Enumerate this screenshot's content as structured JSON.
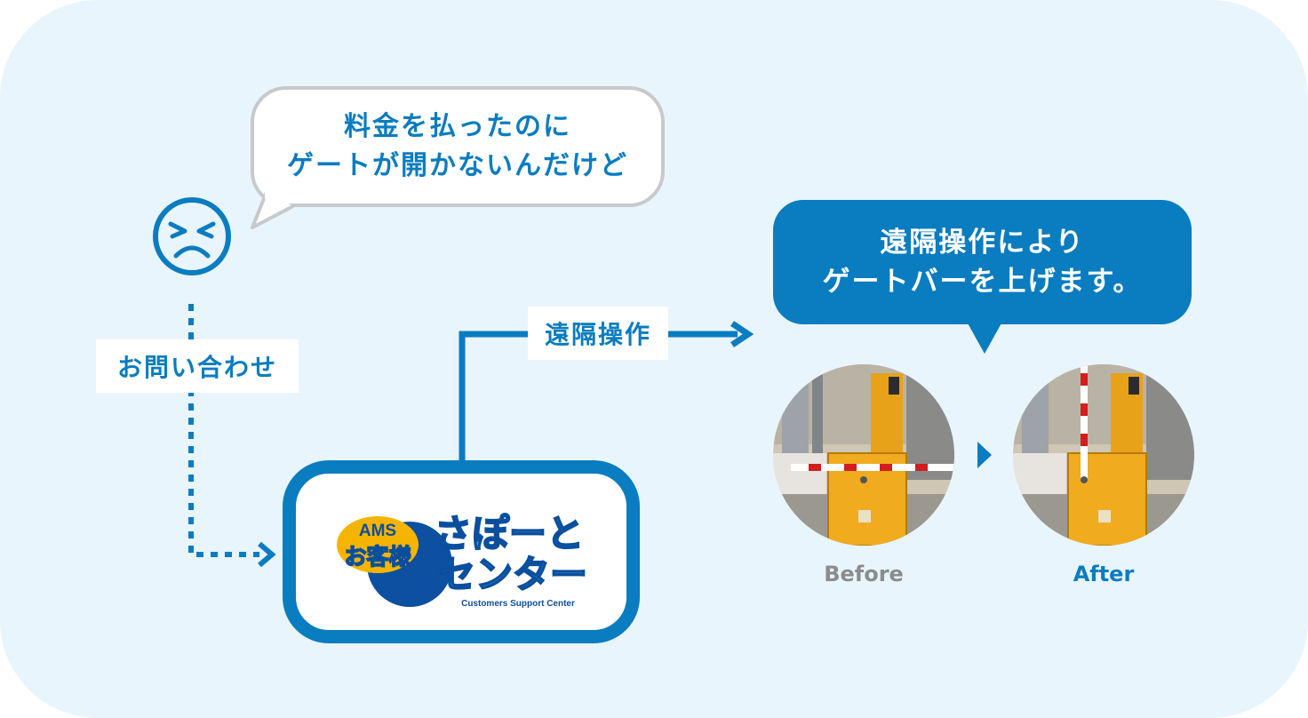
{
  "customer_message": {
    "line1": "料金を払ったのに",
    "line2": "ゲートが開かないんだけど"
  },
  "inquiry_label": "お問い合わせ",
  "remote_label": "遠隔操作",
  "operator_message": {
    "line1": "遠隔操作により",
    "line2": "ゲートバーを上げます。"
  },
  "logo": {
    "ams": "AMS",
    "okyakusama": "お客様",
    "support": "さぽーと",
    "center": "センター",
    "subtitle": "Customers Support Center"
  },
  "captions": {
    "before": "Before",
    "after": "After"
  },
  "colors": {
    "primary": "#0a7cc0",
    "light_blue": "#e8f5fc",
    "gray": "#8a8c8e",
    "logo_blue": "#3a9ee0",
    "gate_yellow": "#e8a21a"
  },
  "icons": {
    "customer_face": "angry-face-icon",
    "arrow": "arrow-right-icon",
    "next": "triangle-right-icon"
  }
}
